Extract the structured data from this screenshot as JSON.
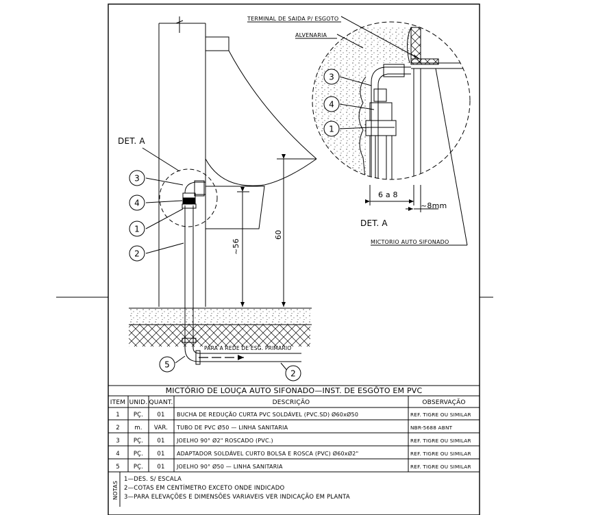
{
  "drawing": {
    "callouts": {
      "terminal": "TERMINAL DE SAIDA P/ ESGOTO",
      "alvenaria": "ALVENARIA",
      "det_a_top": "DET. A",
      "det_a_detail": "DET. A",
      "mictorio": "MICTORIO AUTO SIFONADO",
      "flow_label": "PARA A REDE DE ESG. PRIMARIO"
    },
    "dimensions": {
      "dim_56": "~56",
      "dim_60": "60",
      "dim_6a8": "6 a 8",
      "dim_8mm": "~8mm"
    },
    "bubbles": {
      "main": [
        "3",
        "4",
        "1",
        "2",
        "5",
        "2"
      ],
      "detail": [
        "3",
        "4",
        "1"
      ]
    }
  },
  "table": {
    "title": "MICTÓRIO DE LOUÇA AUTO SIFONADO—INST. DE ESGÔTO EM PVC",
    "headers": [
      "ITEM",
      "UNID.",
      "QUANT.",
      "DESCRIÇÃO",
      "OBSERVAÇÃO"
    ],
    "rows": [
      [
        "1",
        "PÇ.",
        "01",
        "BUCHA DE REDUÇÃO CURTA PVC SOLDÁVEL (PVC.SD) Ø60xØ50",
        "REF. TIGRE OU SIMILAR"
      ],
      [
        "2",
        "m.",
        "VAR.",
        "TUBO DE PVC Ø50 — LINHA SANITARIA",
        "NBR-5688 ABNT"
      ],
      [
        "3",
        "PÇ.",
        "01",
        "JOELHO 90° Ø2\" ROSCADO (PVC.)",
        "REF. TIGRE OU SIMILAR"
      ],
      [
        "4",
        "PÇ.",
        "01",
        "ADAPTADOR SOLDÁVEL CURTO BOLSA E ROSCA (PVC) Ø60xØ2\"",
        "REF. TIGRE OU SIMILAR"
      ],
      [
        "5",
        "PÇ.",
        "01",
        "JOELHO 90° Ø50 — LINHA SANITARIA",
        "REF. TIGRE OU SIMILAR"
      ]
    ]
  },
  "notes": {
    "label": "NOTAS",
    "lines": [
      "1—DES. S/ ESCALA",
      "2—COTAS EM CENTÍMETRO EXCETO ONDE INDICADO",
      "3—PARA ELEVAÇÕES E DIMENSÕES VARIAVEIS VER INDICAÇÃO EM PLANTA"
    ]
  }
}
